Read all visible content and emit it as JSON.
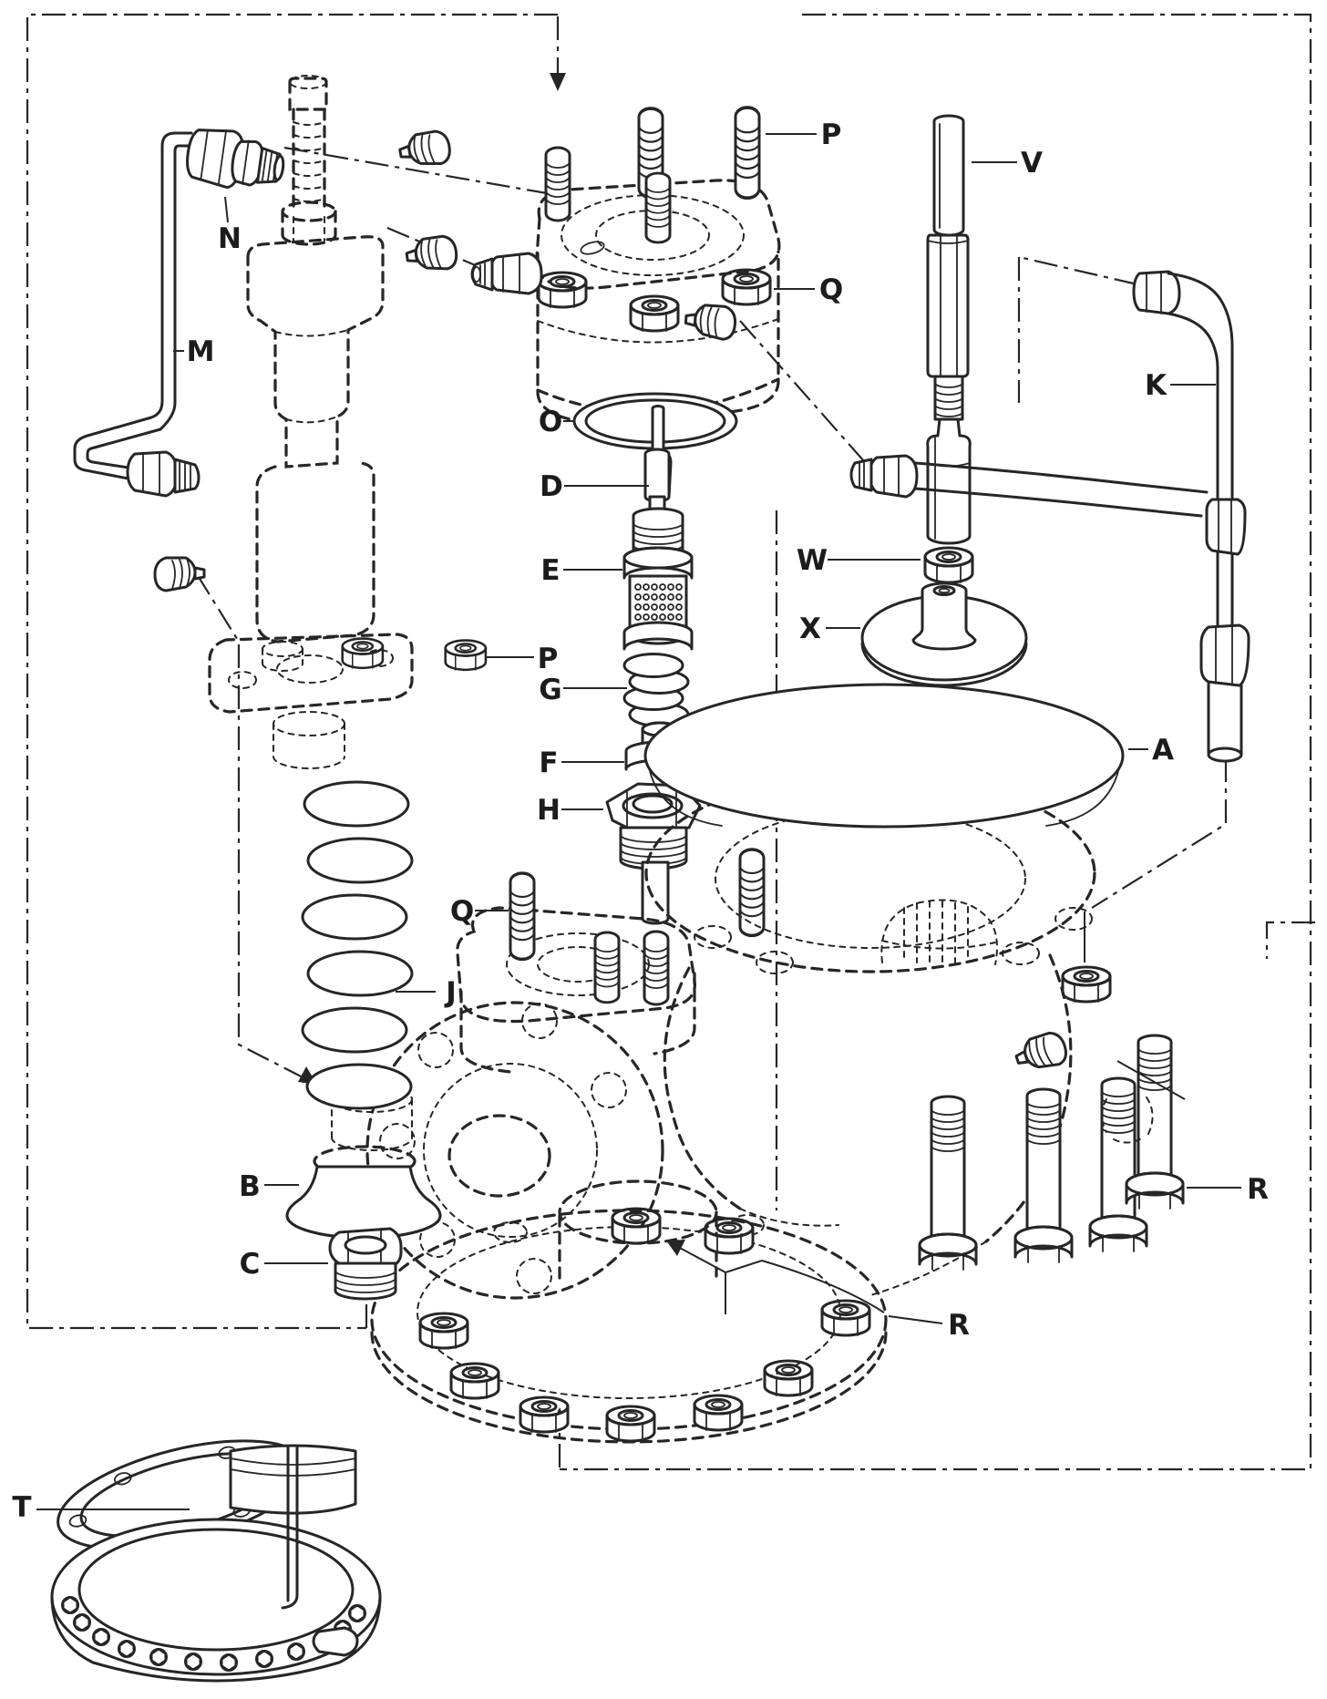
{
  "labels": {
    "A": "A",
    "B": "B",
    "C": "C",
    "D": "D",
    "E": "E",
    "F": "F",
    "G": "G",
    "H": "H",
    "J": "J",
    "K": "K",
    "M": "M",
    "N": "N",
    "O": "O",
    "P": "P",
    "Q": "Q",
    "R": "R",
    "T": "T",
    "V": "V",
    "W": "W",
    "X": "X"
  },
  "callout_letters": [
    "P",
    "V",
    "N",
    "Q",
    "K",
    "M",
    "O",
    "D",
    "E",
    "W",
    "X",
    "P",
    "G",
    "F",
    "H",
    "A",
    "Q",
    "J",
    "B",
    "C",
    "R",
    "R",
    "T"
  ]
}
